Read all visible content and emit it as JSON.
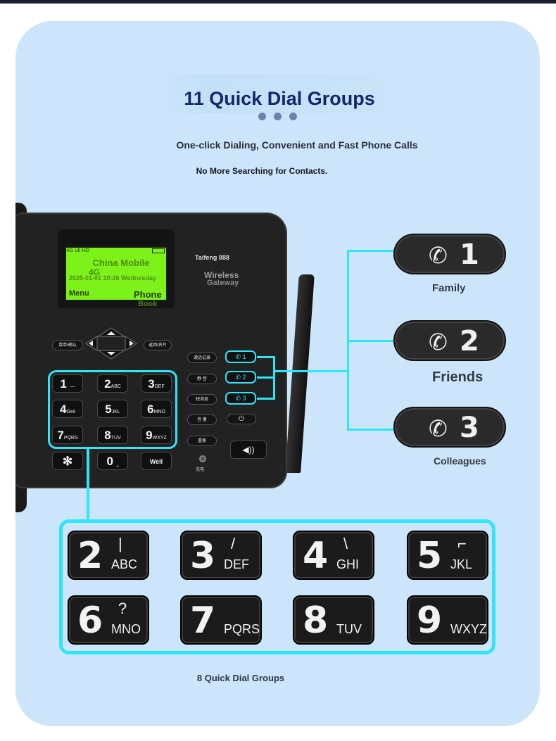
{
  "heading": {
    "title": "11 Quick Dial Groups",
    "subtitle": "One-click Dialing, Convenient and Fast Phone Calls",
    "tagline": "No More Searching for Contacts."
  },
  "phone": {
    "screen": {
      "status": "4G ull HD",
      "carrier": "China Mobile",
      "network": "4G",
      "datetime": "2025-01-01 10:26 Wednesday",
      "left_soft": "Menu",
      "right_soft": "Phone",
      "ghost": "Book"
    },
    "brand": "Taifeng 888",
    "label_line1": "Wireless",
    "label_line2": "Gateway",
    "menu_ok_label": "菜单/确认",
    "back_label": "返回/名片",
    "call_log_label": "通话记录",
    "mute_label": "静 音",
    "sms_label": "短消息",
    "volume_label": "音 量",
    "redial_label": "重拨",
    "charge_label": "充电",
    "well_label": "Well",
    "quick_keys": [
      {
        "label": "1"
      },
      {
        "label": "2"
      },
      {
        "label": "3"
      }
    ],
    "keypad": [
      {
        "num": "1",
        "letters": "—"
      },
      {
        "num": "2",
        "letters": "ABC"
      },
      {
        "num": "3",
        "letters": "DEF"
      },
      {
        "num": "4",
        "letters": "GHI"
      },
      {
        "num": "5",
        "letters": "JKL"
      },
      {
        "num": "6",
        "letters": "MNO"
      },
      {
        "num": "7",
        "letters": "PQRS"
      },
      {
        "num": "8",
        "letters": "TUV"
      },
      {
        "num": "9",
        "letters": "WXYZ"
      },
      {
        "num": "✻",
        "letters": ""
      },
      {
        "num": "0",
        "letters": "⎵"
      }
    ]
  },
  "groups": [
    {
      "num": "1",
      "label": "Family"
    },
    {
      "num": "2",
      "label": "Friends"
    },
    {
      "num": "3",
      "label": "Colleagues"
    }
  ],
  "big_keys": [
    {
      "num": "2",
      "sym": "|",
      "letters": "ABC"
    },
    {
      "num": "3",
      "sym": "/",
      "letters": "DEF"
    },
    {
      "num": "4",
      "sym": "\\",
      "letters": "GHI"
    },
    {
      "num": "5",
      "sym": "⌐",
      "letters": "JKL"
    },
    {
      "num": "6",
      "sym": "?",
      "letters": "MNO"
    },
    {
      "num": "7",
      "sym": "",
      "letters": "PQRS"
    },
    {
      "num": "8",
      "sym": "",
      "letters": "TUV"
    },
    {
      "num": "9",
      "sym": "",
      "letters": "WXYZ"
    }
  ],
  "caption": "8 Quick Dial Groups",
  "colors": {
    "background": "#cce5fb",
    "accent": "#2ee6f7",
    "title": "#13276b",
    "lcd": "#7cf11a"
  },
  "icons": [
    "phone-icon",
    "speaker-icon",
    "power-icon",
    "arrow-up-icon",
    "arrow-down-icon",
    "arrow-left-icon",
    "arrow-right-icon"
  ]
}
